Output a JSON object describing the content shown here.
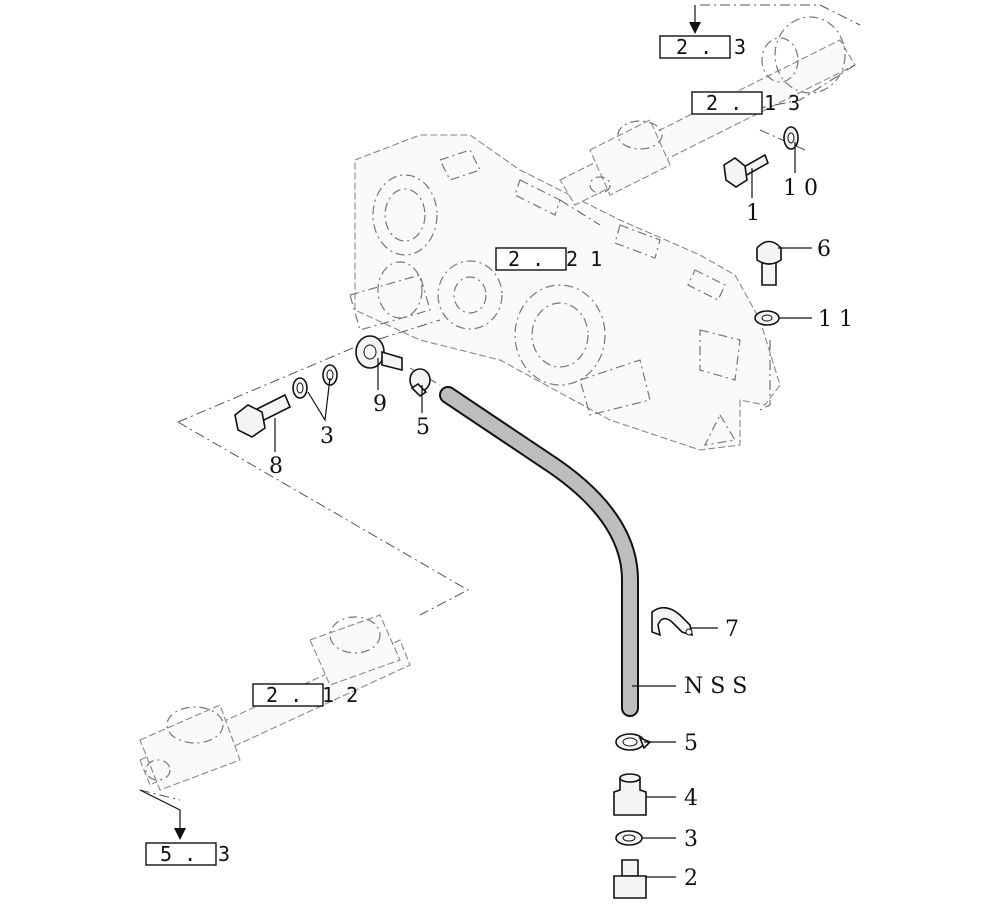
{
  "references": [
    {
      "id": "ref-top",
      "box": "2 .",
      "suffix": "3"
    },
    {
      "id": "ref-upper-shaft",
      "box": "2 .",
      "suffix": "1 3"
    },
    {
      "id": "ref-gearbox",
      "box": "2 .",
      "suffix": "2 1"
    },
    {
      "id": "ref-lower-shaft",
      "box": "2 .",
      "suffix": "1 2"
    },
    {
      "id": "ref-bottom",
      "box": "5 .",
      "suffix": "3"
    }
  ],
  "callouts": {
    "c1": "1",
    "c10": "1 0",
    "c6": "6",
    "c11": "1 1",
    "c9": "9",
    "c3_left": "3",
    "c5_upper": "5",
    "c8": "8",
    "c7": "7",
    "nss": "N S S",
    "c5_lower": "5",
    "c4": "4",
    "c3_lower": "3",
    "c2": "2"
  },
  "colors": {
    "ink": "#111111",
    "ghost": "#777777",
    "hose": "#bdbdbd",
    "background": "#ffffff"
  }
}
